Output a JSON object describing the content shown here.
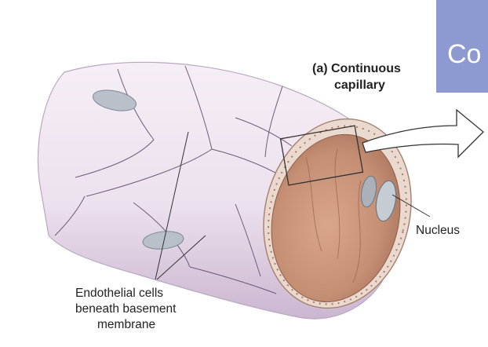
{
  "labels": {
    "title_line1": "(a) Continuous",
    "title_line2": "capillary",
    "nucleus": "Nucleus",
    "endothelial_line1": "Endothelial cells",
    "endothelial_line2": "beneath basement",
    "endothelial_line3": "membrane"
  },
  "badge": {
    "text": "Co",
    "color": "#8d99d1"
  },
  "colors": {
    "tube_outer": "#ece2ee",
    "tube_shadow": "#c9b6cf",
    "lumen_inner": "#c89478",
    "wall_ring": "#ead9cf",
    "cell_nucleus": "#b9c0c9",
    "leader_line": "#333333"
  }
}
